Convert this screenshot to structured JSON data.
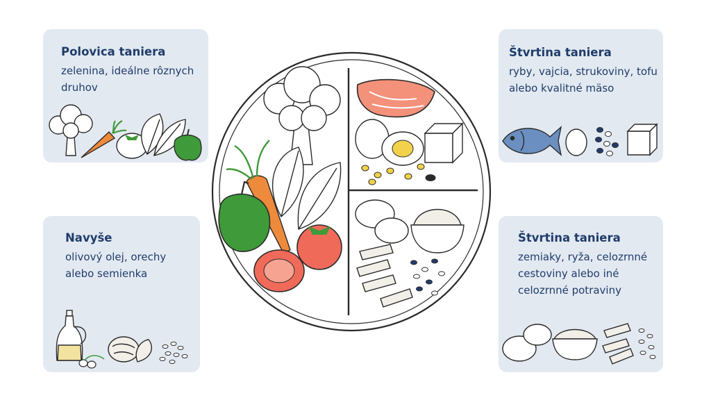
{
  "cards": {
    "top_left": {
      "title": "Polovica taniera",
      "body": "zelenina, ideálne rôznych druhov"
    },
    "bottom_left": {
      "title": "Navyše",
      "body": "olivový olej, orechy alebo semienka"
    },
    "top_right": {
      "title": "Štvrtina taniera",
      "body": "ryby, vajcia, strukoviny, tofu alebo kvalitné mäso"
    },
    "bottom_right": {
      "title": "Štvrtina taniera",
      "body": "zemiaky, ryža, celozrnné cestoviny alebo iné celozrnné potraviny"
    }
  },
  "colors": {
    "card_bg": "#e3e9f1",
    "title_text": "#1f3d6b",
    "body_text": "#1f3d6b",
    "outline": "#2a2a2a",
    "carrot": "#ee8a3c",
    "pepper": "#3f9a3a",
    "tomato": "#f06a5a",
    "salmon": "#f3917a",
    "fish": "#6a8fc0",
    "yolk": "#f2d24a",
    "bean": "#1f3d6b"
  },
  "icons": {
    "vegetables": [
      "broccoli-icon",
      "carrot-icon",
      "tomato-icon",
      "spinach-icon",
      "pepper-icon"
    ],
    "proteins": [
      "fish-icon",
      "egg-icon",
      "beans-icon",
      "tofu-icon",
      "salmon-icon"
    ],
    "carbs": [
      "potato-icon",
      "rice-bowl-icon",
      "penne-pasta-icon",
      "grains-icon"
    ],
    "extras": [
      "olive-oil-bottle-icon",
      "olives-icon",
      "walnut-icon",
      "almond-icon",
      "seeds-icon"
    ]
  }
}
